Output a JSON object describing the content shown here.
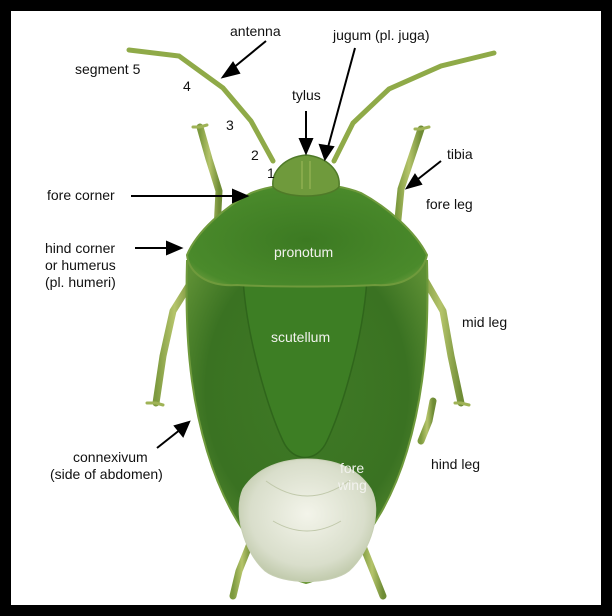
{
  "labels": {
    "antenna": "antenna",
    "jugum": "jugum (pl. juga)",
    "segment5": "segment 5",
    "tylus": "tylus",
    "tibia": "tibia",
    "fore_corner": "fore corner",
    "fore_leg": "fore leg",
    "hind_corner_1": "hind corner",
    "hind_corner_2": "or humerus",
    "hind_corner_3": "(pl. humeri)",
    "pronotum": "pronotum",
    "scutellum": "scutellum",
    "mid_leg": "mid leg",
    "connexivum_1": "connexivum",
    "connexivum_2": "(side of abdomen)",
    "fore_wing_1": "fore",
    "fore_wing_2": "wing",
    "hind_leg": "hind leg"
  },
  "segment_numbers": [
    "1",
    "2",
    "3",
    "4"
  ],
  "colors": {
    "frame": "#000000",
    "background": "#ffffff",
    "body_green": "#4f8a2c",
    "body_dark": "#2f6a1e",
    "leg_green": "#8fa84a",
    "wing_membrane": "#e6e9da"
  }
}
